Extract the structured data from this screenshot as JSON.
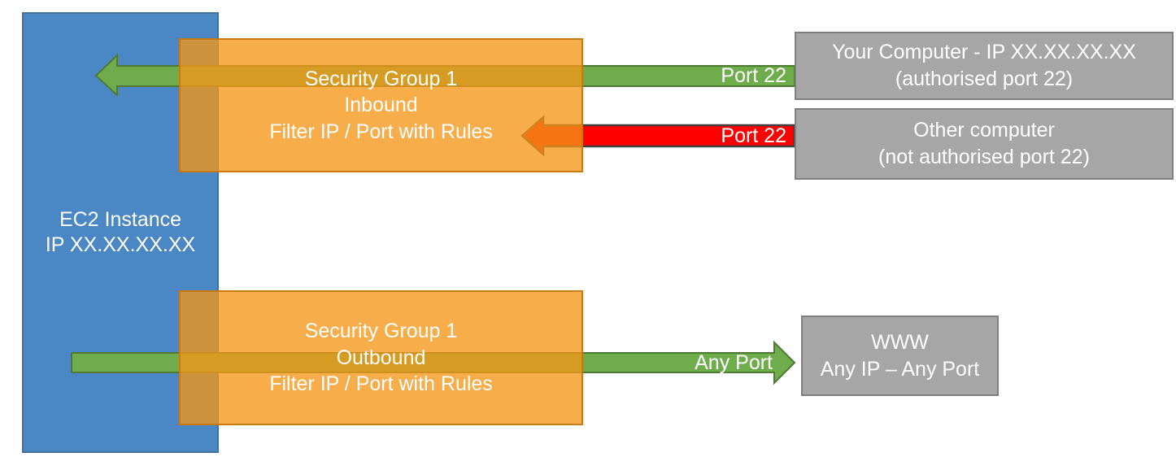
{
  "nodes": {
    "ec2_instance": {
      "lines": [
        "EC2 Instance",
        "IP XX.XX.XX.XX"
      ]
    },
    "sg_inbound": {
      "lines": [
        "Security Group 1",
        "Inbound",
        "Filter IP / Port with Rules"
      ]
    },
    "sg_outbound": {
      "lines": [
        "Security Group 1",
        "Outbound",
        "Filter IP / Port with Rules"
      ]
    },
    "your_computer": {
      "lines": [
        "Your Computer - IP XX.XX.XX.XX",
        "(authorised port 22)"
      ]
    },
    "other_computer": {
      "lines": [
        "Other computer",
        "(not authorised port 22)"
      ]
    },
    "www": {
      "lines": [
        "WWW",
        "Any IP – Any Port"
      ]
    }
  },
  "arrows": {
    "inbound_allowed": {
      "label": "Port 22",
      "color": "#6FAC4B",
      "border": "#4E7A33"
    },
    "inbound_blocked": {
      "label": "Port 22",
      "color": "#FF0000",
      "border": "#404040"
    },
    "outbound_allowed": {
      "label": "Any Port",
      "color": "#6FAC4B",
      "border": "#4E7A33"
    }
  },
  "colors": {
    "ec2_fill": "#4B87C4",
    "ec2_border": "#41719C",
    "security_group_fill": "#F39617",
    "security_group_border": "#C8760C",
    "external_fill": "#A6A6A6",
    "external_border": "#7F7F7F",
    "allowed_green": "#6FAC4B",
    "blocked_red": "#FF0000"
  }
}
